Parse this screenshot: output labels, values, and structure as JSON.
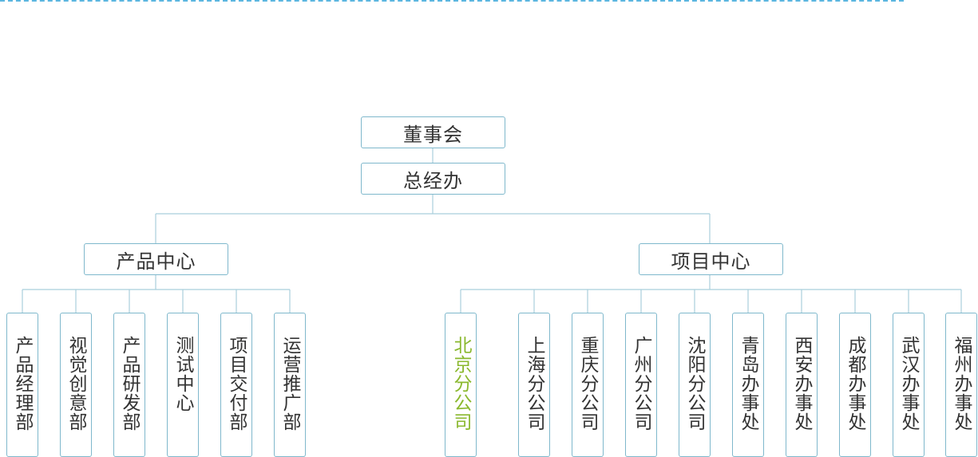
{
  "root": {
    "label": "董事会"
  },
  "office": {
    "label": "总经办"
  },
  "centers": [
    {
      "label": "产品中心",
      "departments": [
        "产品经理部",
        "视觉创意部",
        "产品研发部",
        "测试中心",
        "项目交付部",
        "运营推广部"
      ]
    },
    {
      "label": "项目中心",
      "departments": [
        "北京分公司",
        "上海分公司",
        "重庆分公司",
        "广州分公司",
        "沈阳分公司",
        "青岛办事处",
        "西安办事处",
        "成都办事处",
        "武汉办事处",
        "福州办事处"
      ],
      "highlighted": "北京分公司"
    }
  ],
  "colors": {
    "line": "#a9cfdc",
    "border": "#7fb8cc",
    "text": "#333333",
    "highlight": "#8ab82e",
    "dashed_rule": "#5bb6e0"
  }
}
